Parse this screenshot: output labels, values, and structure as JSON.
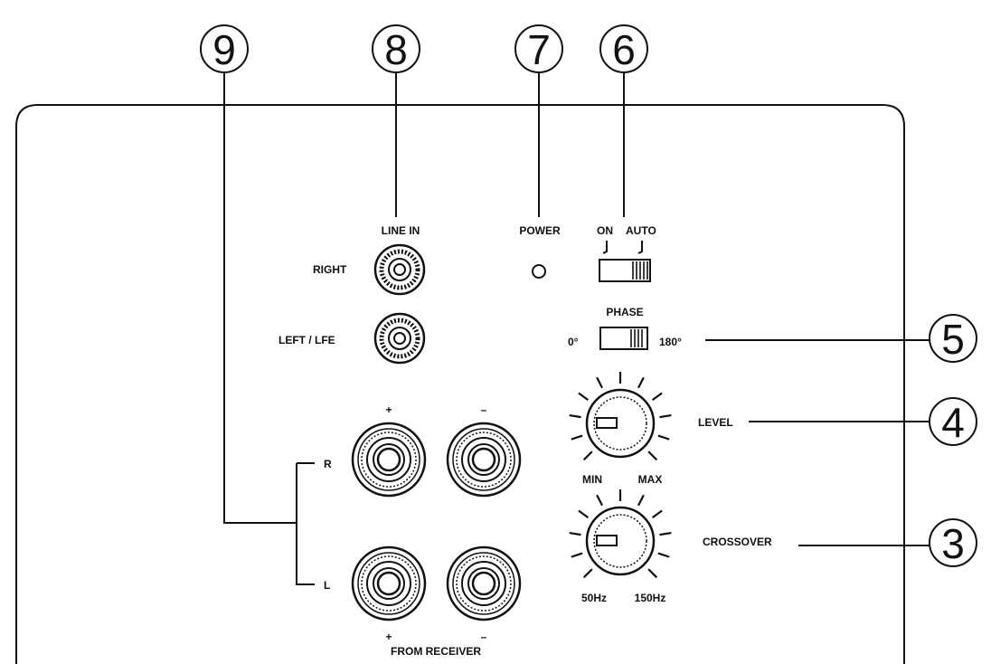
{
  "callouts": [
    {
      "id": "9",
      "label": "9"
    },
    {
      "id": "8",
      "label": "8"
    },
    {
      "id": "7",
      "label": "7"
    },
    {
      "id": "6",
      "label": "6"
    },
    {
      "id": "5",
      "label": "5"
    },
    {
      "id": "4",
      "label": "4"
    },
    {
      "id": "3",
      "label": "3"
    }
  ],
  "line_in": {
    "title": "LINE IN",
    "right": "RIGHT",
    "left_lfe": "LEFT / LFE"
  },
  "power": {
    "label": "POWER"
  },
  "power_switch": {
    "on": "ON",
    "auto": "AUTO"
  },
  "phase": {
    "title": "PHASE",
    "left": "0°",
    "right": "180°"
  },
  "level": {
    "title": "LEVEL",
    "min": "MIN",
    "max": "MAX"
  },
  "crossover": {
    "title": "CROSSOVER",
    "min": "50Hz",
    "max": "150Hz"
  },
  "speaker_in": {
    "plus_top": "+",
    "minus_top": "–",
    "plus_bottom": "+",
    "minus_bottom": "–",
    "r": "R",
    "l": "L",
    "from_receiver": "FROM RECEIVER"
  }
}
